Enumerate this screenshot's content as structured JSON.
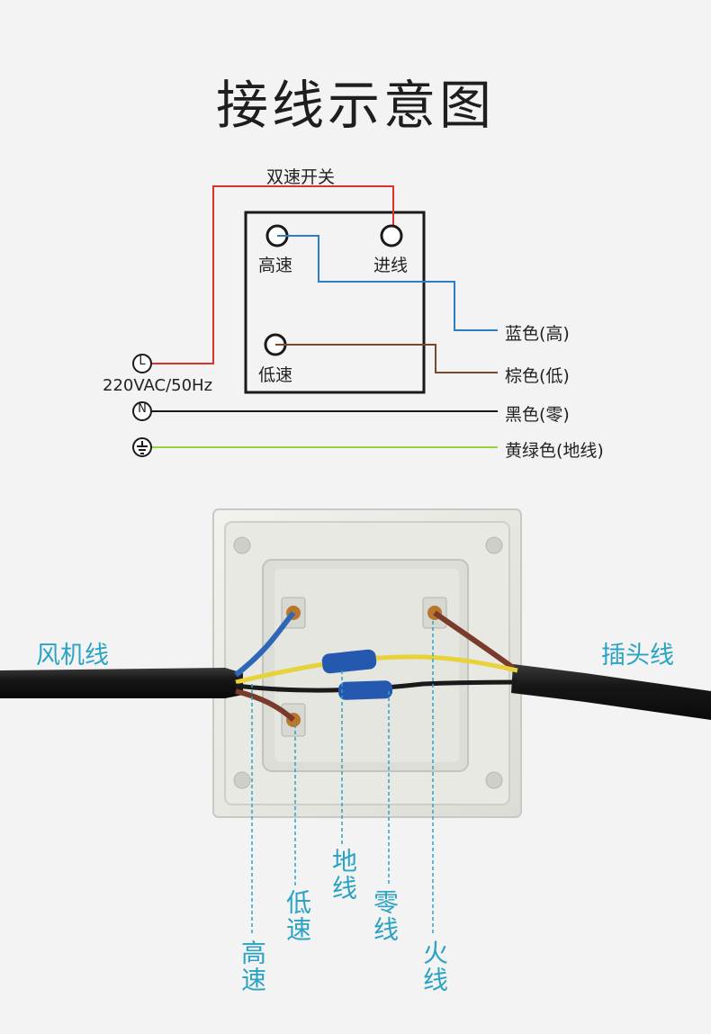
{
  "title": "接线示意图",
  "schematic": {
    "switch_label": "双速开关",
    "terminals": {
      "high": "高速",
      "input": "进线",
      "low": "低速"
    },
    "supply_label": "220VAC/50Hz",
    "symbols": {
      "live": "L",
      "neutral": "N",
      "earth": "earth-symbol"
    },
    "wires": {
      "blue": "蓝色(高)",
      "brown": "棕色(低)",
      "black": "黑色(零)",
      "green": "黄绿色(地线)"
    },
    "colors": {
      "live": "#d9332a",
      "blue": "#2a7fc9",
      "brown": "#7a4a2e",
      "black": "#1a1a1a",
      "green": "#9ad23a"
    }
  },
  "photo": {
    "left_cable": "风机线",
    "right_cable": "插头线",
    "callouts": {
      "high": "高速",
      "low": "低速",
      "earth": "地线",
      "neutral": "零线",
      "live": "火线"
    },
    "accent": "#2aa3c4"
  }
}
